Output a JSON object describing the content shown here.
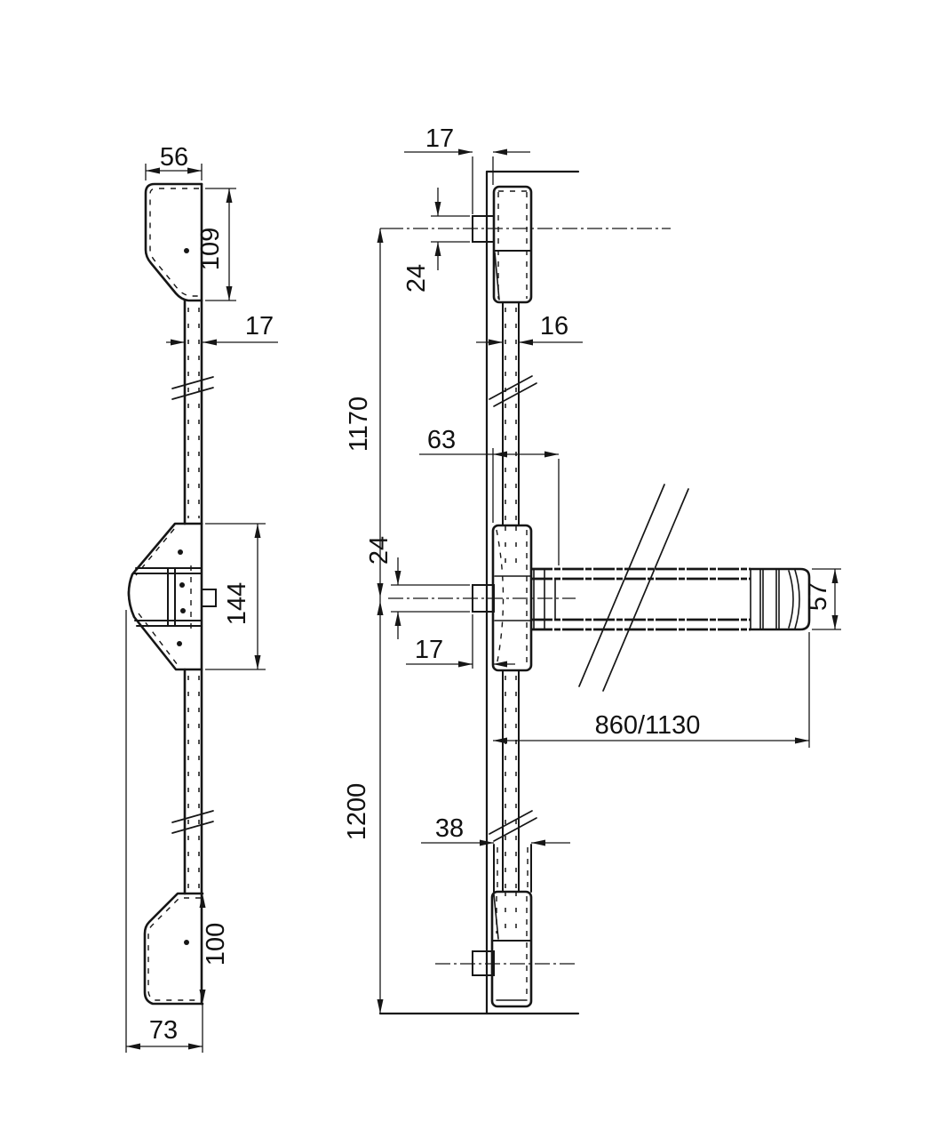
{
  "drawing": {
    "type": "technical-dimension-drawing",
    "line_color": "#161616",
    "background": "#ffffff",
    "views": {
      "side": {
        "dims": {
          "cap_width": "56",
          "cap_height": "109",
          "rod_thickness": "17",
          "case_height": "144",
          "bottom_cap_height": "100",
          "depth": "73"
        }
      },
      "front": {
        "dims": {
          "top_latch_throw": "17",
          "top_latch_height": "24",
          "rod_width": "16",
          "upper_span": "1170",
          "bar_offset": "63",
          "mid_latch_height": "24",
          "mid_latch_throw": "17",
          "bar_length": "860/1130",
          "bar_height": "57",
          "guide_width": "38",
          "lower_span": "1200"
        }
      }
    }
  }
}
